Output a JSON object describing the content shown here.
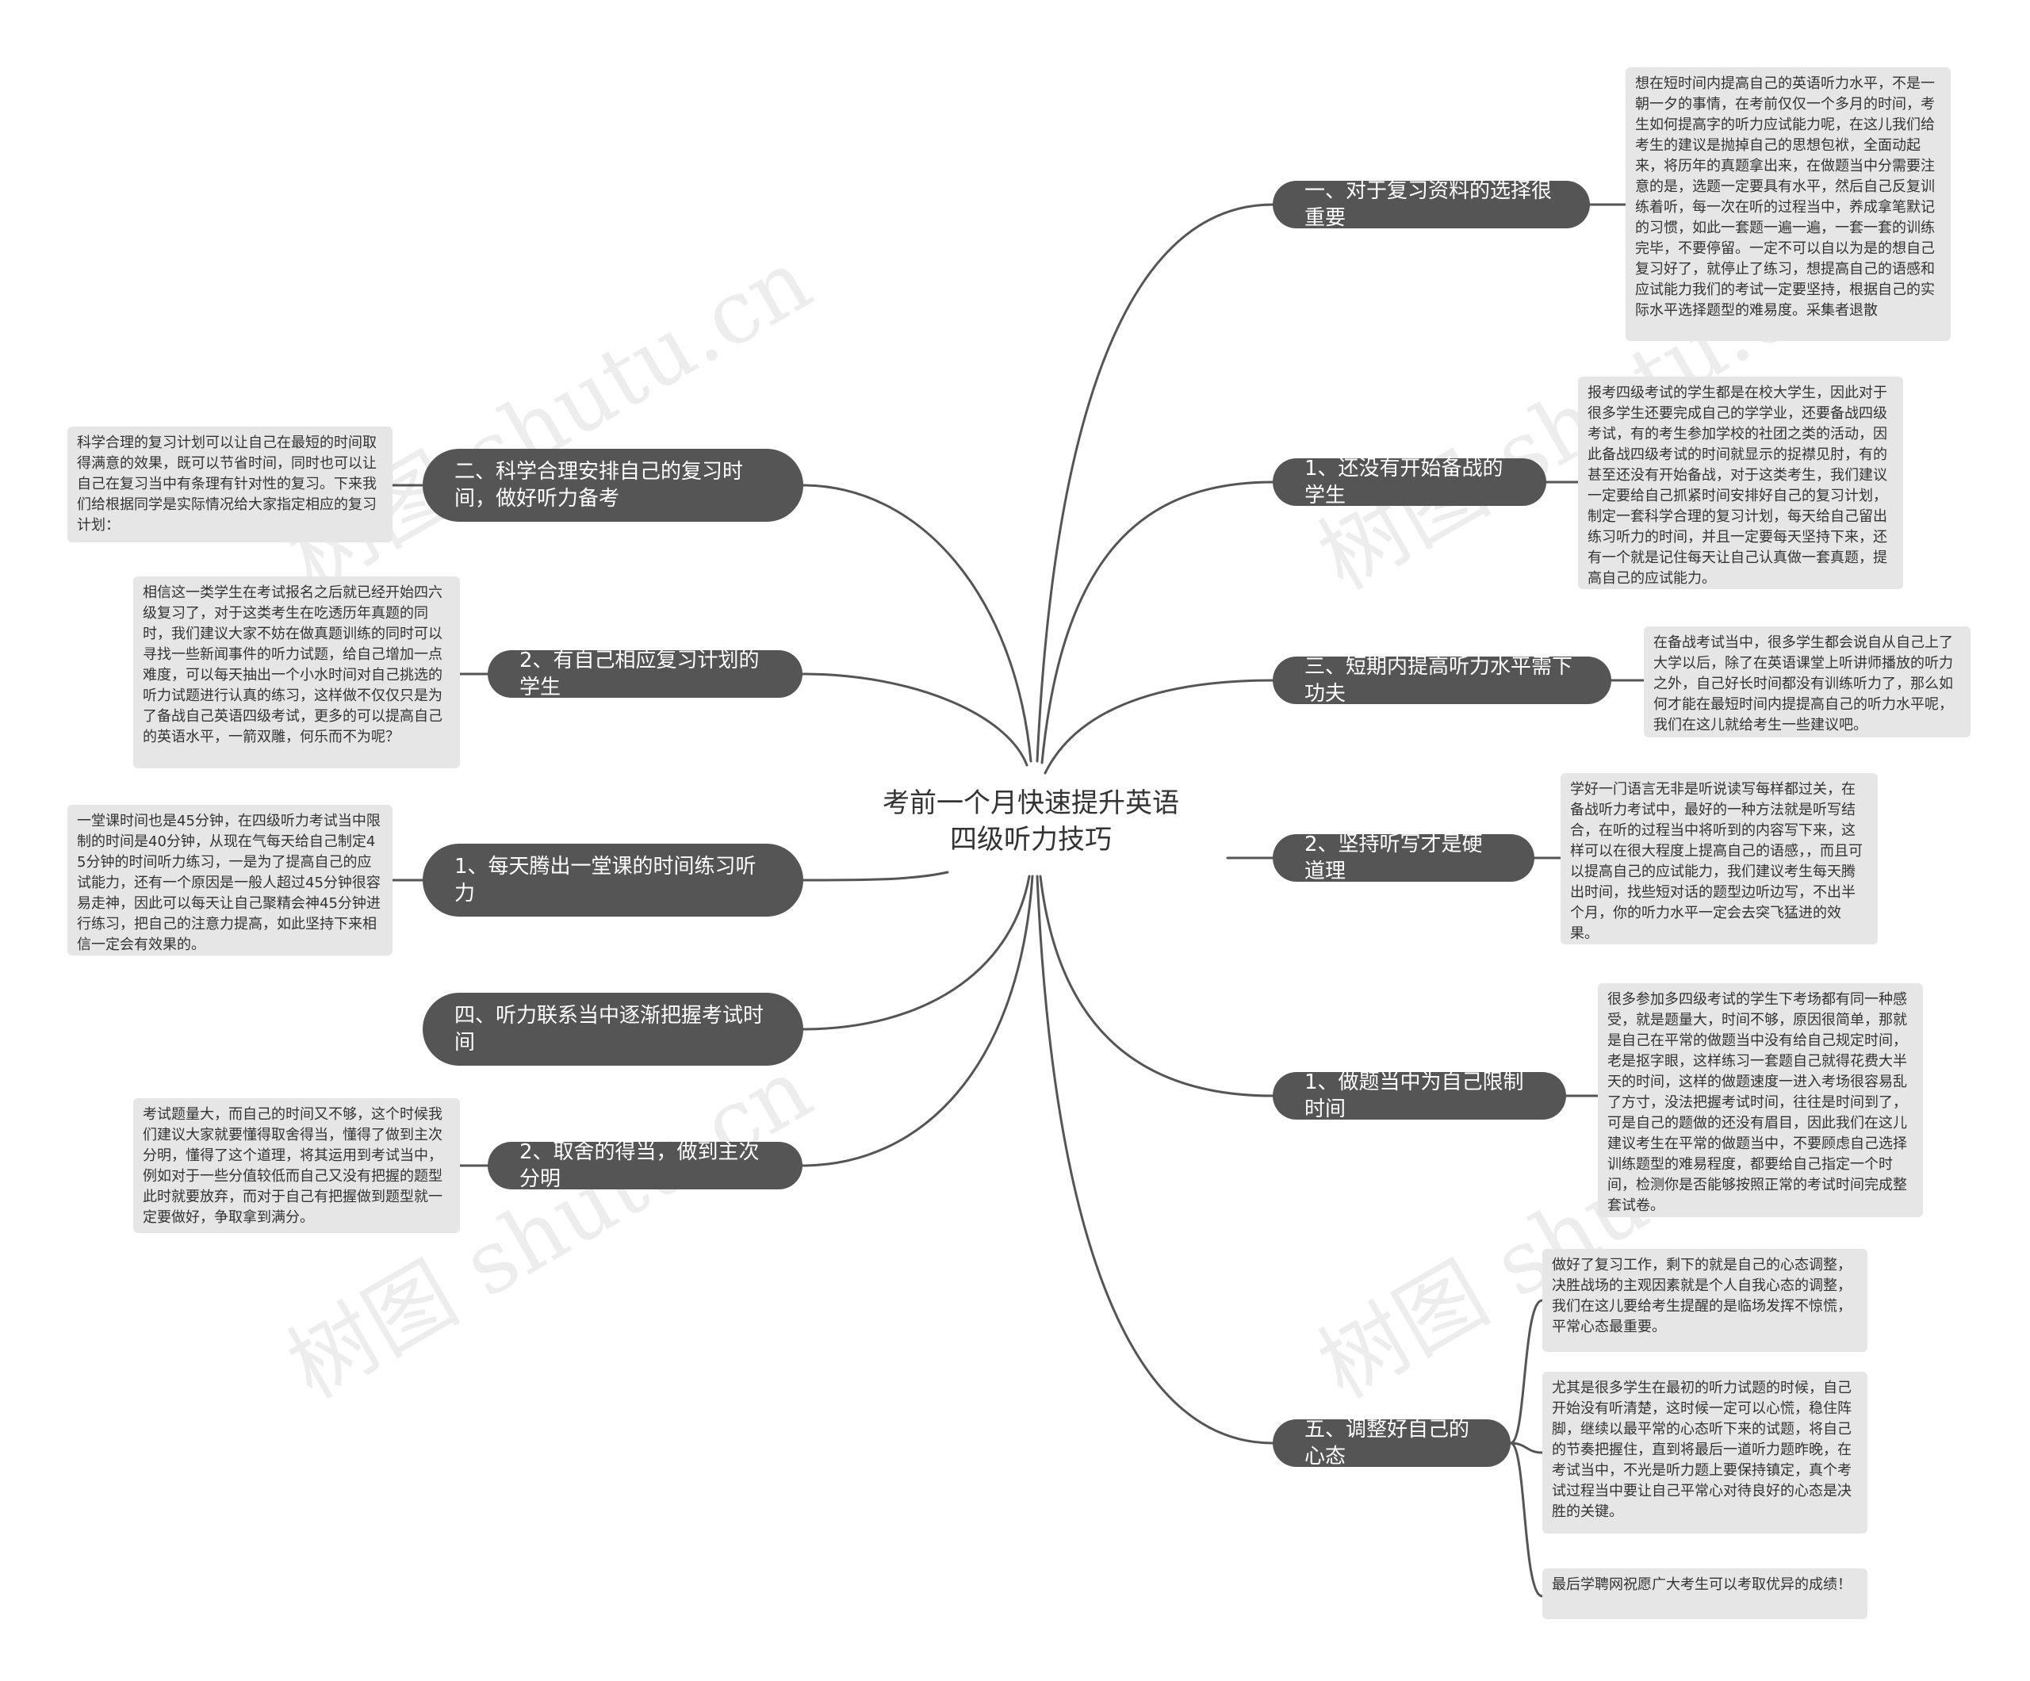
{
  "center": {
    "title": "考前一个月快速提升英语四级听力技巧"
  },
  "watermarks": [
    "树图 shutu.cn",
    "树图 shutu.cn",
    "树图 shutu.cn",
    "树图 shutu.cn"
  ],
  "branches": [
    {
      "id": "r1",
      "label": "一、对于复习资料的选择很重要"
    },
    {
      "id": "r2",
      "label": "1、还没有开始备战的学生"
    },
    {
      "id": "r3",
      "label": "三、短期内提高听力水平需下功夫"
    },
    {
      "id": "r4",
      "label": "2、坚持听写才是硬道理"
    },
    {
      "id": "r5",
      "label": "1、做题当中为自己限制时间"
    },
    {
      "id": "r6",
      "label": "五、调整好自己的心态"
    },
    {
      "id": "l1",
      "label": "二、科学合理安排自己的复习时间，做好听力备考"
    },
    {
      "id": "l2",
      "label": "2、有自己相应复习计划的学生"
    },
    {
      "id": "l3",
      "label": "1、每天腾出一堂课的时间练习听力"
    },
    {
      "id": "l4",
      "label": "四、听力联系当中逐渐把握考试时间"
    },
    {
      "id": "l5",
      "label": "2、取舍的得当，做到主次分明"
    }
  ],
  "notes": [
    {
      "id": "nr1",
      "text": "想在短时间内提高自己的英语听力水平，不是一朝一夕的事情，在考前仅仅一个多月的时间，考生如何提高字的听力应试能力呢，在这儿我们给考生的建议是抛掉自己的思想包袱，全面动起来，将历年的真题拿出来，在做题当中分需要注意的是，选题一定要具有水平，然后自己反复训练着听，每一次在听的过程当中，养成拿笔默记的习惯，如此一套题一遍一遍，一套一套的训练完毕，不要停留。一定不可以自以为是的想自己复习好了，就停止了练习，想提高自己的语感和应试能力我们的考试一定要坚持，根据自己的实际水平选择题型的难易度。采集者退散"
    },
    {
      "id": "nr2",
      "text": "报考四级考试的学生都是在校大学生，因此对于很多学生还要完成自己的学学业，还要备战四级考试，有的考生参加学校的社团之类的活动，因此备战四级考试的时间就显示的捉襟见肘，有的甚至还没有开始备战，对于这类考生，我们建议一定要给自己抓紧时间安排好自己的复习计划，制定一套科学合理的复习计划，每天给自己留出练习听力的时间，并且一定要每天坚持下来，还有一个就是记住每天让自己认真做一套真题，提高自己的应试能力。"
    },
    {
      "id": "nr3",
      "text": "在备战考试当中，很多学生都会说自从自己上了大学以后，除了在英语课堂上听讲师播放的听力之外，自己好长时间都没有训练听力了，那么如何才能在最短时间内提提高自己的听力水平呢，我们在这儿就给考生一些建议吧。"
    },
    {
      "id": "nr4",
      "text": "学好一门语言无非是听说读写每样都过关，在备战听力考试中，最好的一种方法就是听写结合，在听的过程当中将听到的内容写下来，这样可以在很大程度上提高自己的语感，，而且可以提高自己的应试能力，我们建议考生每天腾出时间，找些短对话的题型边听边写，不出半个月，你的听力水平一定会去突飞猛进的效果。"
    },
    {
      "id": "nr5",
      "text": "很多参加多四级考试的学生下考场都有同一种感受，就是题量大，时间不够，原因很简单，那就是自己在平常的做题当中没有给自己规定时间，老是抠字眼，这样练习一套题自己就得花费大半天的时间，这样的做题速度一进入考场很容易乱了方寸，没法把握考试时间，往往是时间到了，可是自己的题做的还没有眉目，因此我们在这儿建议考生在平常的做题当中，不要顾虑自己选择训练题型的难易程度，都要给自己指定一个时间，检测你是否能够按照正常的考试时间完成整套试卷。"
    },
    {
      "id": "nr6a",
      "text": "做好了复习工作，剩下的就是自己的心态调整，决胜战场的主观因素就是个人自我心态的调整，我们在这儿要给考生提醒的是临场发挥不惊慌，平常心态最重要。"
    },
    {
      "id": "nr6b",
      "text": "尤其是很多学生在最初的听力试题的时候，自己开始没有听清楚，这时候一定可以心慌，稳住阵脚，继续以最平常的心态听下来的试题，将自己的节奏把握住，直到将最后一道听力题昨晚，在考试当中，不光是听力题上要保持镇定，真个考试过程当中要让自己平常心对待良好的心态是决胜的关键。"
    },
    {
      "id": "nr6c",
      "text": "最后学聘网祝愿广大考生可以考取优异的成绩！"
    },
    {
      "id": "nl1",
      "text": "科学合理的复习计划可以让自己在最短的时间取得满意的效果，既可以节省时间，同时也可以让自己在复习当中有条理有针对性的复习。下来我们给根据同学是实际情况给大家指定相应的复习计划："
    },
    {
      "id": "nl2",
      "text": "相信这一类学生在考试报名之后就已经开始四六级复习了，对于这类考生在吃透历年真题的同时，我们建议大家不妨在做真题训练的同时可以寻找一些新闻事件的听力试题，给自己增加一点难度，可以每天抽出一个小水时间对自己挑选的听力试题进行认真的练习，这样做不仅仅只是为了备战自己英语四级考试，更多的可以提高自己的英语水平，一箭双雕，何乐而不为呢？"
    },
    {
      "id": "nl3",
      "text": "一堂课时间也是45分钟，在四级听力考试当中限制的时间是40分钟，从现在气每天给自己制定45分钟的时间听力练习，一是为了提高自己的应试能力，还有一个原因是一般人超过45分钟很容易走神，因此可以每天让自己聚精会神45分钟进行练习，把自己的注意力提高，如此坚持下来相信一定会有效果的。"
    },
    {
      "id": "nl5",
      "text": "考试题量大，而自己的时间又不够，这个时候我们建议大家就要懂得取舍得当，懂得了做到主次分明，懂得了这个道理，将其运用到考试当中，例如对于一些分值较低而自己又没有把握的题型此时就要放弃，而对于自己有把握做到题型就一定要做好，争取拿到满分。"
    }
  ]
}
